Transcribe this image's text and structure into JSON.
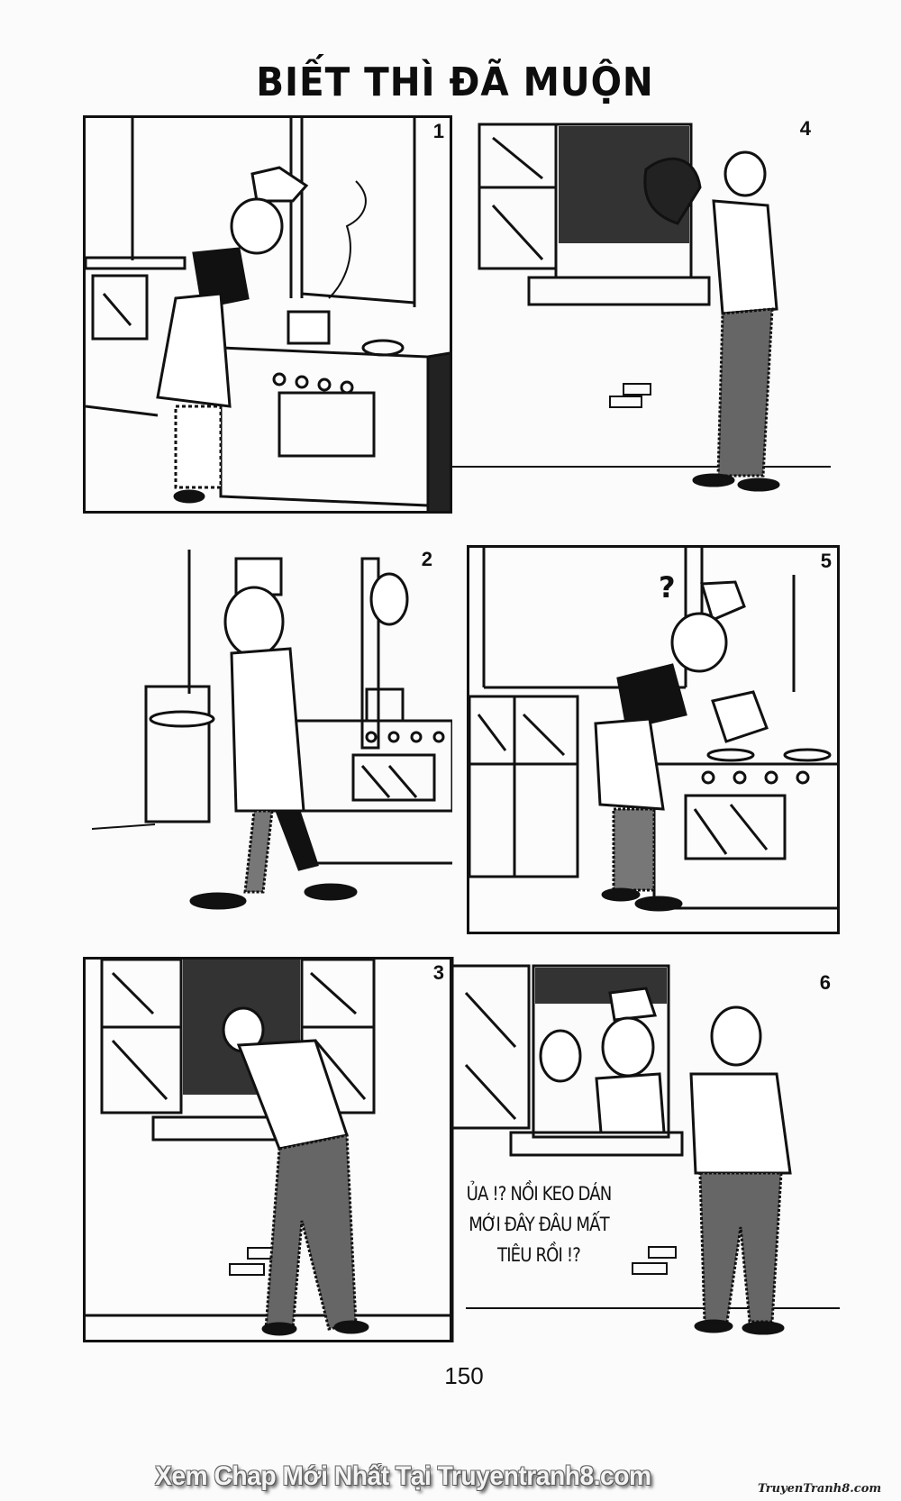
{
  "page": {
    "title": "BIẾT THÌ ĐÃ MUỘN",
    "page_number": "150"
  },
  "panels": [
    {
      "number": "1",
      "scene": "chef stirring steaming pot on stove"
    },
    {
      "number": "2",
      "scene": "chef walks away carrying plate; neighbor peeks in window"
    },
    {
      "number": "3",
      "scene": "neighbor reaches through window"
    },
    {
      "number": "4",
      "scene": "neighbor drinks from the pot"
    },
    {
      "number": "5",
      "scene": "chef finds pot empty, confused"
    },
    {
      "number": "6",
      "scene": "neighbor startled, chef in window",
      "speech": [
        "ỦA !? NỒI KEO DÁN",
        "MỚI ĐÂY ĐÂU MẤT",
        "TIÊU RỒI !?"
      ]
    }
  ],
  "footer": {
    "watermark": "Xem Chap Mới Nhất Tại Truyentranh8.com",
    "logo": "TruyenTranh8.com"
  }
}
